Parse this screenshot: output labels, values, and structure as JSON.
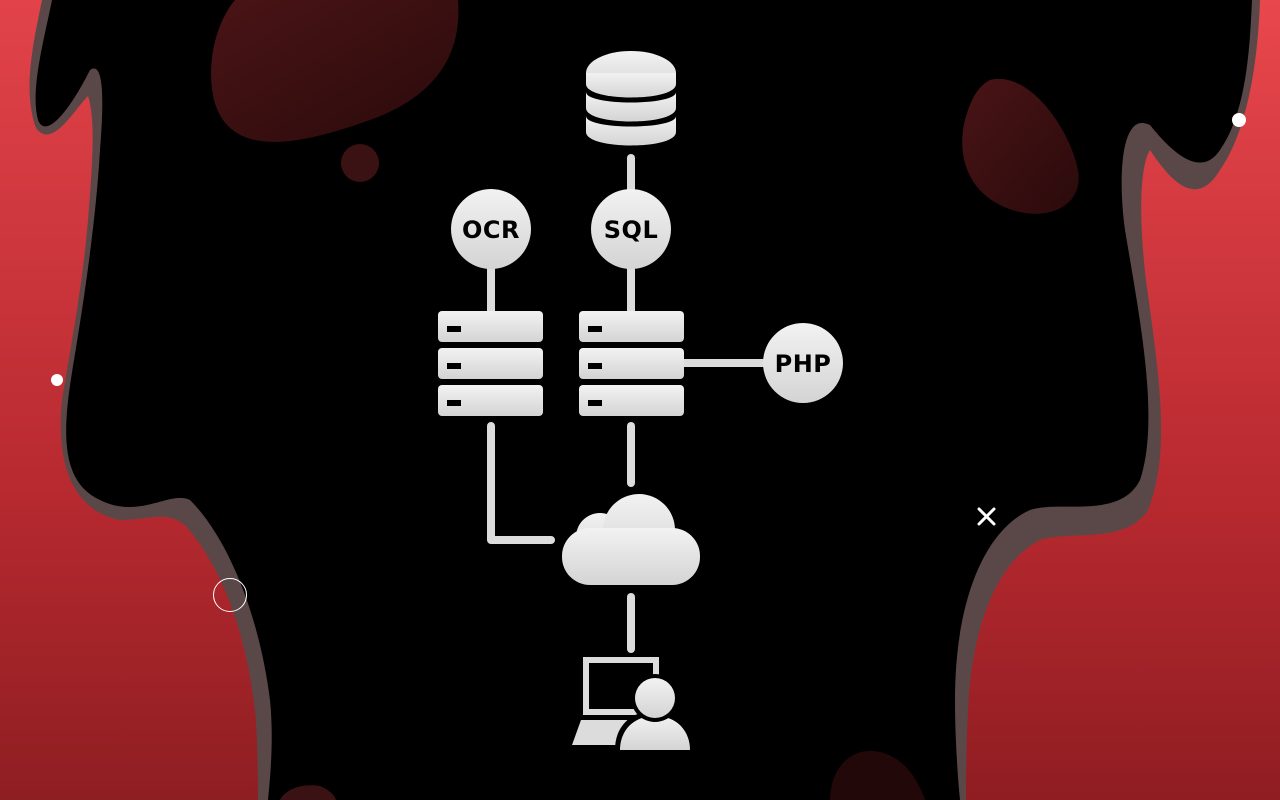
{
  "diagram": {
    "nodes": {
      "ocr": {
        "label": "OCR"
      },
      "sql": {
        "label": "SQL"
      },
      "php": {
        "label": "PHP"
      }
    }
  },
  "colors": {
    "background": "#000000",
    "accent_red": "#c8343a",
    "node_fill": "#e4e4e4",
    "connector": "#dcdcdc"
  },
  "icons": [
    "database-icon",
    "server-icon",
    "cloud-icon",
    "user-computer-icon",
    "close-icon"
  ]
}
